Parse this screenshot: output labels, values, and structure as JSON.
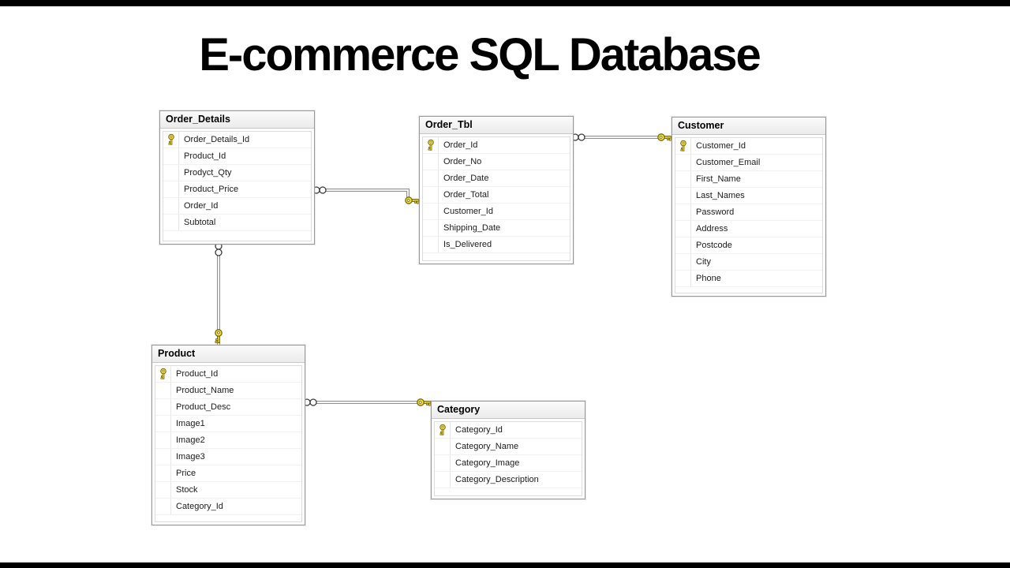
{
  "page": {
    "title": "E-commerce SQL Database"
  },
  "diagram": {
    "tables": [
      {
        "name": "Order_Details",
        "fields": [
          {
            "name": "Order_Details_Id",
            "pk": true
          },
          {
            "name": "Product_Id",
            "pk": false
          },
          {
            "name": "Prodyct_Qty",
            "pk": false
          },
          {
            "name": "Product_Price",
            "pk": false
          },
          {
            "name": "Order_Id",
            "pk": false
          },
          {
            "name": "Subtotal",
            "pk": false
          }
        ]
      },
      {
        "name": "Order_Tbl",
        "fields": [
          {
            "name": "Order_Id",
            "pk": true
          },
          {
            "name": "Order_No",
            "pk": false
          },
          {
            "name": "Order_Date",
            "pk": false
          },
          {
            "name": "Order_Total",
            "pk": false
          },
          {
            "name": "Customer_Id",
            "pk": false
          },
          {
            "name": "Shipping_Date",
            "pk": false
          },
          {
            "name": "Is_Delivered",
            "pk": false
          }
        ]
      },
      {
        "name": "Customer",
        "fields": [
          {
            "name": "Customer_Id",
            "pk": true
          },
          {
            "name": "Customer_Email",
            "pk": false
          },
          {
            "name": "First_Name",
            "pk": false
          },
          {
            "name": "Last_Names",
            "pk": false
          },
          {
            "name": "Password",
            "pk": false
          },
          {
            "name": "Address",
            "pk": false
          },
          {
            "name": "Postcode",
            "pk": false
          },
          {
            "name": "City",
            "pk": false
          },
          {
            "name": "Phone",
            "pk": false
          }
        ]
      },
      {
        "name": "Product",
        "fields": [
          {
            "name": "Product_Id",
            "pk": true
          },
          {
            "name": "Product_Name",
            "pk": false
          },
          {
            "name": "Product_Desc",
            "pk": false
          },
          {
            "name": "Image1",
            "pk": false
          },
          {
            "name": "Image2",
            "pk": false
          },
          {
            "name": "Image3",
            "pk": false
          },
          {
            "name": "Price",
            "pk": false
          },
          {
            "name": "Stock",
            "pk": false
          },
          {
            "name": "Category_Id",
            "pk": false
          }
        ]
      },
      {
        "name": "Category",
        "fields": [
          {
            "name": "Category_Id",
            "pk": true
          },
          {
            "name": "Category_Name",
            "pk": false
          },
          {
            "name": "Category_Image",
            "pk": false
          },
          {
            "name": "Category_Description",
            "pk": false
          }
        ]
      }
    ],
    "relationships": [
      {
        "from": "Order_Details",
        "from_end": "many",
        "to": "Order_Tbl",
        "to_end": "one"
      },
      {
        "from": "Order_Tbl",
        "from_end": "many",
        "to": "Customer",
        "to_end": "one"
      },
      {
        "from": "Order_Details",
        "from_end": "many",
        "to": "Product",
        "to_end": "one"
      },
      {
        "from": "Product",
        "from_end": "many",
        "to": "Category",
        "to_end": "one"
      }
    ],
    "icons": {
      "primary_key": "key-icon",
      "many_end": "infinity-icon",
      "one_end": "key-icon"
    },
    "colors": {
      "background": "#ffffff",
      "letterbox": "#000000",
      "title_text": "#000000",
      "table_border": "#9a9a9a",
      "table_header_bg": "#f0f0f0",
      "field_text": "#1b1b1b",
      "connector": "#8f8f8f",
      "key_gold": "#f2df4e",
      "key_outline": "#7a6a00"
    }
  }
}
